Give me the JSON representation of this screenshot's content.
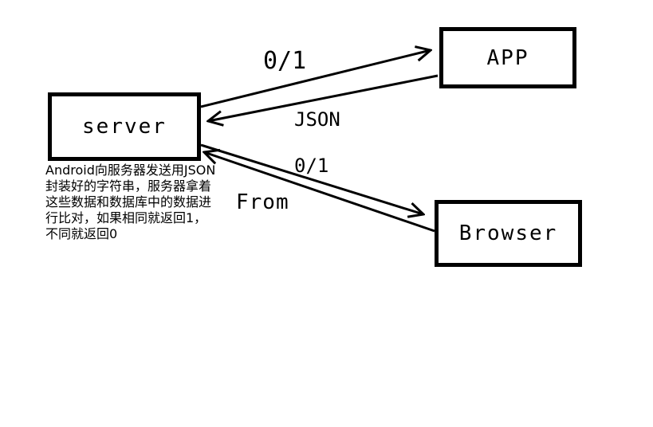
{
  "diagram": {
    "nodes": {
      "server": {
        "label": "server"
      },
      "app": {
        "label": "APP"
      },
      "browser": {
        "label": "Browser"
      }
    },
    "edges": {
      "server_to_app": {
        "label": "0/1"
      },
      "app_to_server": {
        "label": "JSON"
      },
      "server_to_browser": {
        "label": "0/1"
      },
      "browser_to_server": {
        "label": "From"
      }
    },
    "annotation": "Android向服务器发送用JSON\n封装好的字符串，服务器拿着\n这些数据和数据库中的数据进\n行比对，如果相同就返回1，\n不同就返回0",
    "colors": {
      "stroke": "#000000",
      "background": "#ffffff"
    }
  }
}
